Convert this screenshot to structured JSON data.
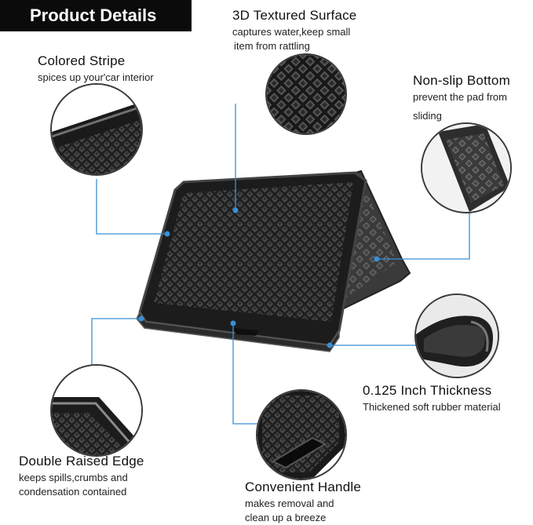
{
  "header": {
    "title": "Product Details"
  },
  "features": [
    {
      "title": "3D Textured Surface",
      "desc": [
        "captures water,keep small",
        "item from rattling"
      ]
    },
    {
      "title": "Colored Stripe",
      "desc": [
        "spices up your'car interior"
      ]
    },
    {
      "title": "Non-slip Bottom",
      "desc": [
        "prevent the pad from",
        "sliding"
      ]
    },
    {
      "title": "0.125 Inch Thickness",
      "desc": [
        "Thickened soft rubber material"
      ]
    },
    {
      "title": "Double Raised Edge",
      "desc": [
        "keeps spills,crumbs and",
        "condensation contained"
      ]
    },
    {
      "title": "Convenient Handle",
      "desc": [
        "makes removal and",
        "clean up a breeze"
      ]
    }
  ],
  "colors": {
    "accent": "#3b8fd6",
    "mat": "#2a2a2a",
    "banner": "#0b0b0b"
  }
}
